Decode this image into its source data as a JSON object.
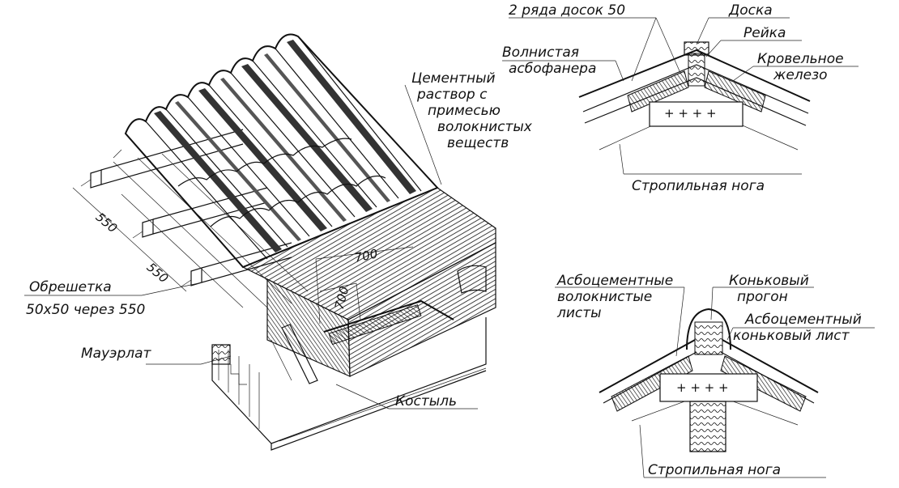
{
  "main_view": {
    "label_cement": [
      "Цементный",
      "раствор с",
      "примесью",
      "волокнистых",
      "веществ"
    ],
    "dim_550_a": "550",
    "dim_550_b": "550",
    "dim_700_a": "700",
    "dim_700_b": "700",
    "label_obreshetka": "Обрешетка",
    "label_obreshetka_spec": "50х50 через 550",
    "label_mauerlat": "Мауэрлат",
    "label_kostyl": "Костыль"
  },
  "top_detail": {
    "label_boards": "2 ряда досок 50",
    "label_board": "Доска",
    "label_batten": "Рейка",
    "label_wavy": [
      "Волнистая",
      "асбофанера"
    ],
    "label_roof_iron": [
      "Кровельное",
      "железо"
    ],
    "label_rafter": "Стропильная нога"
  },
  "bottom_detail": {
    "label_sheets": [
      "Асбоцементные",
      "волокнистые",
      "листы"
    ],
    "label_ridge_purlin": [
      "Коньковый",
      "прогон"
    ],
    "label_ridge_sheet": [
      "Асбоцементный",
      "коньковый лист"
    ],
    "label_rafter": "Стропильная нога"
  }
}
